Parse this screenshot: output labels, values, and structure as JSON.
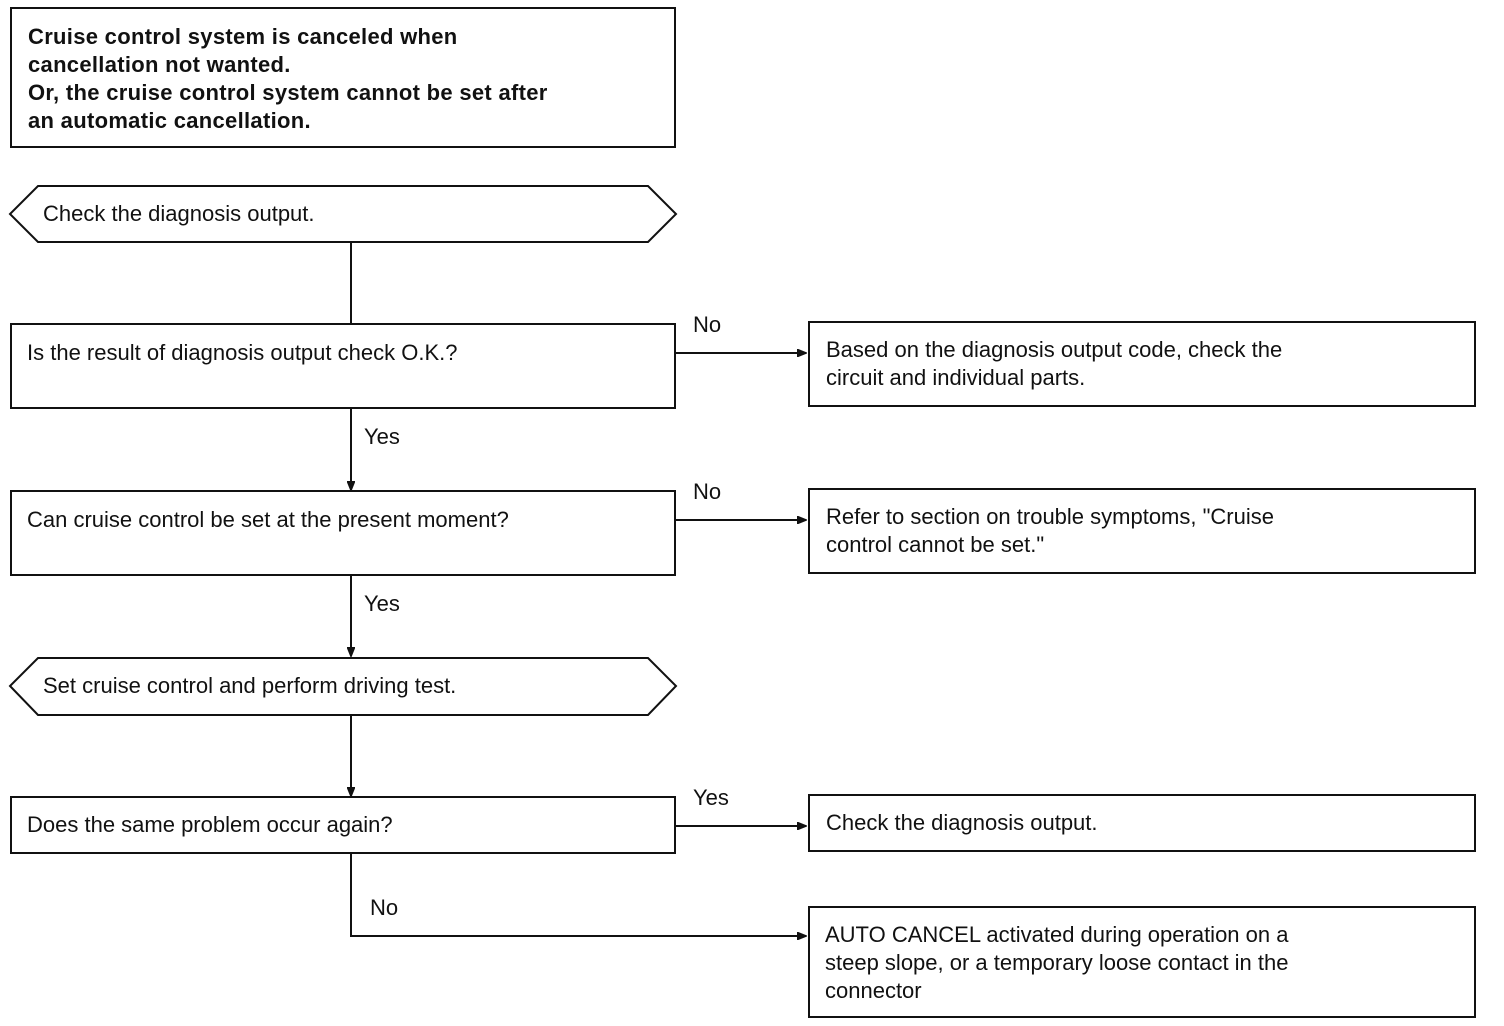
{
  "flowchart": {
    "title": "Cruise control system is canceled when\ncancellation not wanted.\nOr, the cruise control system cannot be set after\nan automatic cancellation.",
    "steps": {
      "check_diag": "Check the diagnosis output.",
      "q_result_ok": "Is the result of diagnosis output check O.K.?",
      "q_can_set": "Can cruise control be set at the present moment?",
      "set_and_test": "Set cruise control and perform driving test.",
      "q_same_problem": "Does the same problem occur again?"
    },
    "outcomes": {
      "check_circuit": "Based on the diagnosis output code, check the\ncircuit and individual parts.",
      "refer_section": "Refer to section on trouble symptoms, \"Cruise\ncontrol cannot be set.\"",
      "check_diag_again": "Check the diagnosis output.",
      "auto_cancel": "AUTO CANCEL activated during operation on a\nsteep slope, or a temporary loose contact in the\nconnector"
    },
    "labels": {
      "no_1": "No",
      "yes_1": "Yes",
      "no_2": "No",
      "yes_2": "Yes",
      "yes_3": "Yes",
      "no_3": "No"
    }
  }
}
